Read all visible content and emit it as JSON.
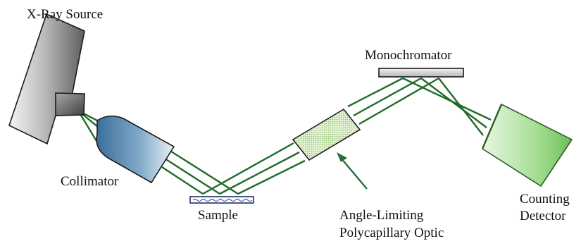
{
  "labels": {
    "source": "X-Ray Source",
    "collimator": "Collimator",
    "sample": "Sample",
    "optic_line1": "Angle-Limiting",
    "optic_line2": "Polycapillary Optic",
    "monochromator": "Monochromator",
    "detector_line1": "Counting",
    "detector_line2": "Detector"
  },
  "colors": {
    "beam": "#1f6b2a",
    "arrow": "#2b6e35",
    "source_body": "#9a9a9a",
    "collimator_body": "#4d7fa6",
    "optic_body": "#d7ecc0",
    "detector_body": "#8fd37f",
    "monochromator_body": "#d6d6d6",
    "sample_body": "#3b5da0"
  }
}
